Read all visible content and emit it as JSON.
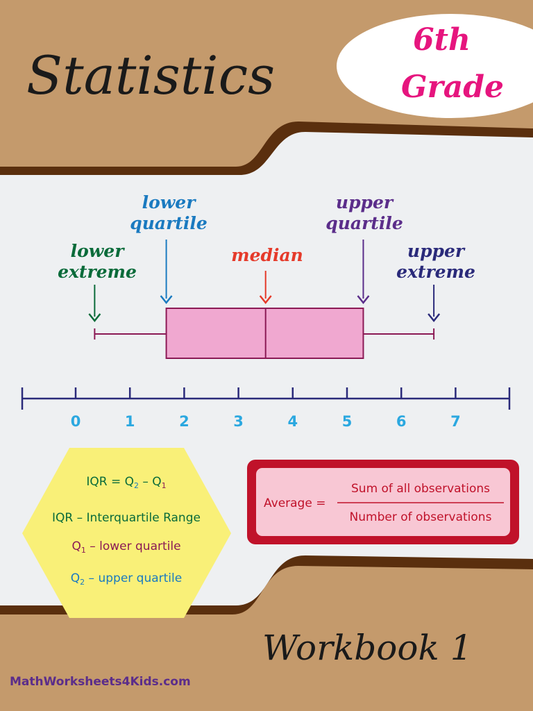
{
  "cover": {
    "title": "Statistics",
    "grade_line1": "6th",
    "grade_line2": "Grade",
    "workbook": "Workbook 1",
    "site": "MathWorksheets4Kids.com"
  },
  "boxplot": {
    "labels": {
      "lower_extreme": [
        "lower",
        "extreme"
      ],
      "lower_quartile": [
        "lower",
        "quartile"
      ],
      "median": "median",
      "upper_quartile": [
        "upper",
        "quartile"
      ],
      "upper_extreme": [
        "upper",
        "extreme"
      ]
    },
    "axis_ticks": [
      "0",
      "1",
      "2",
      "3",
      "4",
      "5",
      "6",
      "7"
    ]
  },
  "chart_data": {
    "type": "box",
    "axis": {
      "ticks": [
        0,
        1,
        2,
        3,
        4,
        5,
        6,
        7
      ],
      "range": [
        -1,
        8
      ]
    },
    "lower_extreme": 0.35,
    "lower_quartile": 1.67,
    "median": 3.5,
    "upper_quartile": 5.3,
    "upper_extreme": 6.6
  },
  "hexagon": {
    "iqr_formula": {
      "lhs": "IQR = Q",
      "sub1": "2",
      "mid": " – Q",
      "sub2": "1"
    },
    "iqr_def": "IQR – Interquartile Range",
    "q1_def": {
      "q": "Q",
      "sub": "1",
      "rest": " – lower quartile"
    },
    "q2_def": {
      "q": "Q",
      "sub": "2",
      "rest": " – upper quartile"
    }
  },
  "average_box": {
    "lhs": "Average =",
    "numerator": "Sum of all observations",
    "denominator": "Number of observations"
  },
  "colors": {
    "tan": "#c49a6c",
    "dark_brown": "#5a2f0e",
    "panel": "#eef0f2",
    "box_fill": "#f0a8d0",
    "box_stroke": "#8b1a55",
    "axis": "#2a2a7a",
    "tick_label": "#2ba8e0",
    "green": "#0a6b3a",
    "blue": "#1a7ac0",
    "red": "#e53a2a",
    "purple": "#5b2d8a",
    "navy": "#2a2a7a",
    "pink_title": "#e6157e",
    "hex_fill": "#f9f078",
    "avg_border": "#c0122a",
    "avg_fill": "#f8c7d4"
  }
}
